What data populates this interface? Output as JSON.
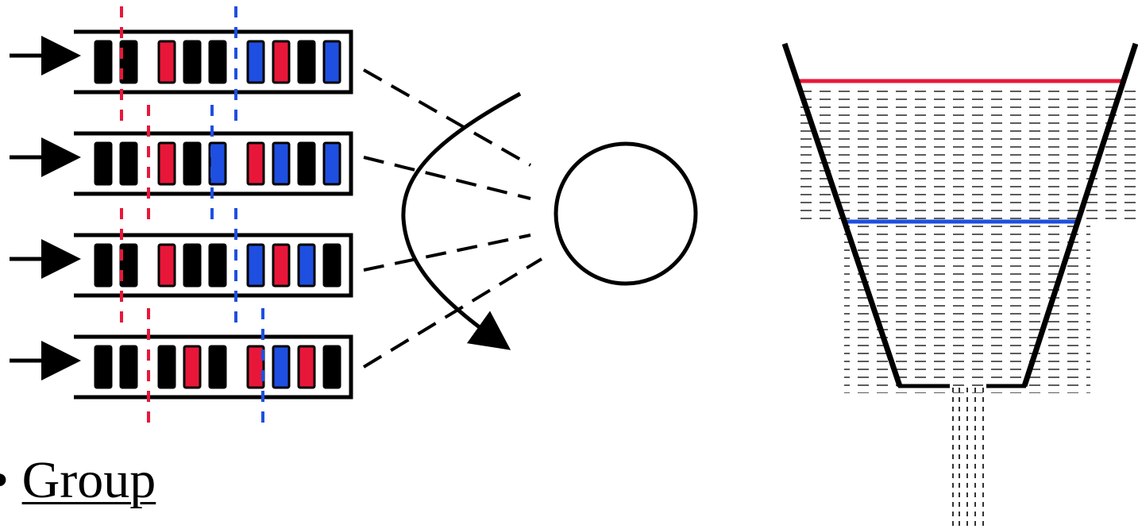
{
  "colors": {
    "black": "#000000",
    "red": "#e8173a",
    "blue": "#1f4fe0",
    "water_dash": "#333333"
  },
  "label": {
    "bullet": "•",
    "group": "Group"
  },
  "queues": [
    {
      "blocks": [
        "black",
        "black",
        "red",
        "black",
        "black",
        "blue",
        "red",
        "black",
        "blue"
      ]
    },
    {
      "blocks": [
        "black",
        "black",
        "red",
        "black",
        "blue",
        "red",
        "blue",
        "black",
        "blue"
      ]
    },
    {
      "blocks": [
        "black",
        "black",
        "red",
        "black",
        "black",
        "blue",
        "red",
        "blue",
        "black"
      ]
    },
    {
      "blocks": [
        "black",
        "black",
        "black",
        "red",
        "black",
        "red",
        "blue",
        "red",
        "black"
      ]
    }
  ],
  "icons": {
    "input_arrow": "arrow-right-icon",
    "scheduler": "circle-icon",
    "sweep": "curved-arrow-icon",
    "tank": "funnel-tank-icon"
  }
}
